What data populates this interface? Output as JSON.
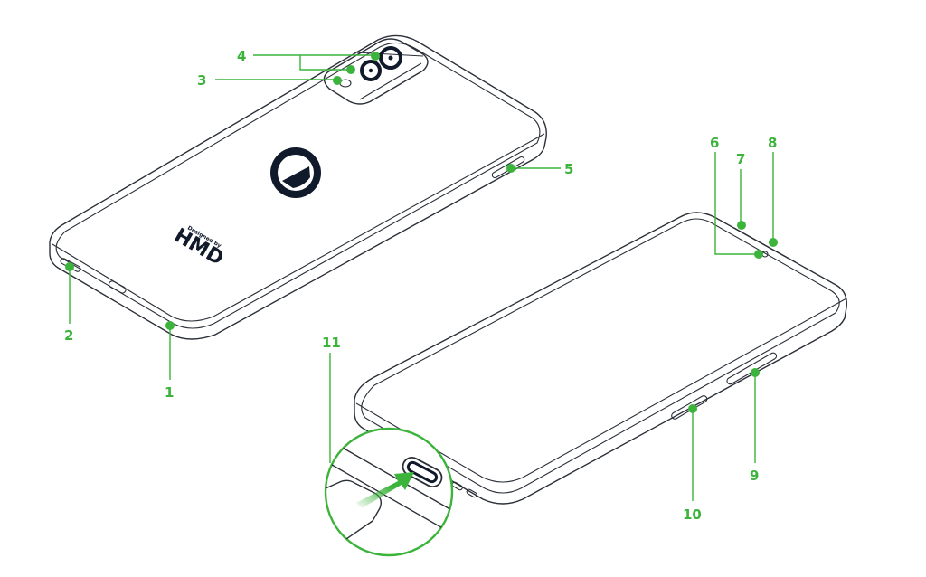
{
  "colors": {
    "callout": "#3cb43c",
    "outline": "#2a2f38",
    "logo": "#101a2a"
  },
  "logo": {
    "small_text": "Designed by",
    "brand": "HMD"
  },
  "callouts": [
    {
      "number": "1"
    },
    {
      "number": "2"
    },
    {
      "number": "3"
    },
    {
      "number": "4"
    },
    {
      "number": "5"
    },
    {
      "number": "6"
    },
    {
      "number": "7"
    },
    {
      "number": "8"
    },
    {
      "number": "9"
    },
    {
      "number": "10"
    },
    {
      "number": "11"
    }
  ],
  "icons": {
    "logo": "hmd-logo-icon",
    "arrow": "usb-insert-arrow-icon"
  }
}
